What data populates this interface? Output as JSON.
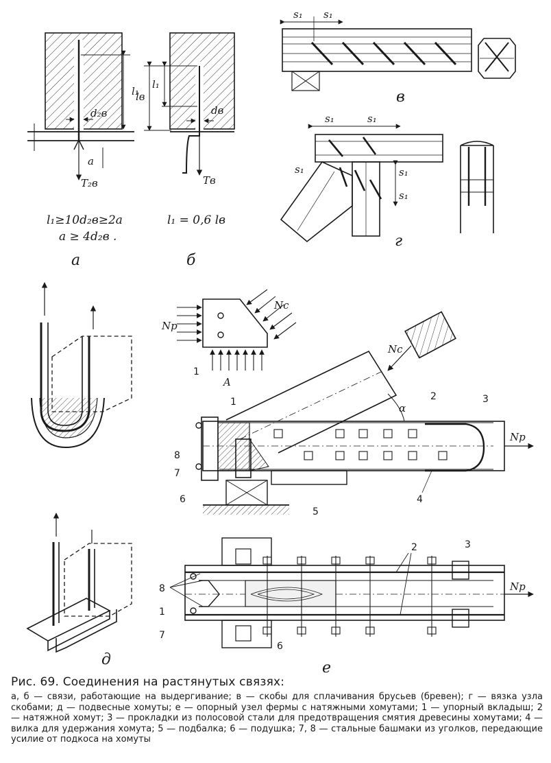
{
  "figure": {
    "panel_a": {
      "label": "а",
      "dims": {
        "l1": "l₁",
        "d2v": "d₂в",
        "a": "a",
        "T2v": "T₂в"
      },
      "formula_1": "l₁≥10d₂в≥2a",
      "formula_2": "a ≥ 4d₂в ."
    },
    "panel_b": {
      "label": "б",
      "dims": {
        "l1": "l₁",
        "lv": "lв",
        "dv": "dв",
        "Tv": "Tв"
      },
      "formula": "l₁ = 0,6 lв"
    },
    "panel_v": {
      "label": "в",
      "dims": {
        "s1a": "s₁",
        "s1b": "s₁"
      }
    },
    "panel_g": {
      "label": "г",
      "dims": {
        "s1a": "s₁",
        "s1b": "s₁",
        "s1c": "s₁",
        "s1d": "s₁",
        "s1e": "s₁"
      }
    },
    "panel_d": {
      "label": "д"
    },
    "panel_e": {
      "label": "е",
      "forces": {
        "Nc_top": "Nc",
        "Np_left": "Np",
        "Nc_mid": "Nc",
        "Np_right": "Np",
        "Np_plan": "Np",
        "alpha": "α",
        "A": "A"
      },
      "callouts": [
        "1",
        "2",
        "3",
        "4",
        "5",
        "6",
        "7",
        "8"
      ]
    }
  },
  "caption": {
    "title": "Рис. 69. Соединения на растянутых связях:",
    "body": "а, б — связи, работающие на выдергивание; в — скобы для сплачивания брусьев (бревен); г — вязка узла скобами; д — подвесные хомуты; е — опорный узел фермы с натяжными хомутами; 1 — упорный вкладыш; 2 — натяжной хомут; 3 — прокладки из полосовой стали для предотвращения смятия древесины хомутами; 4 — вилка для удержания хомута; 5 — подбалка; 6 — подушка; 7, 8 — стальные башмаки из уголков, передающие усилие от подкоса на хомуты"
  }
}
